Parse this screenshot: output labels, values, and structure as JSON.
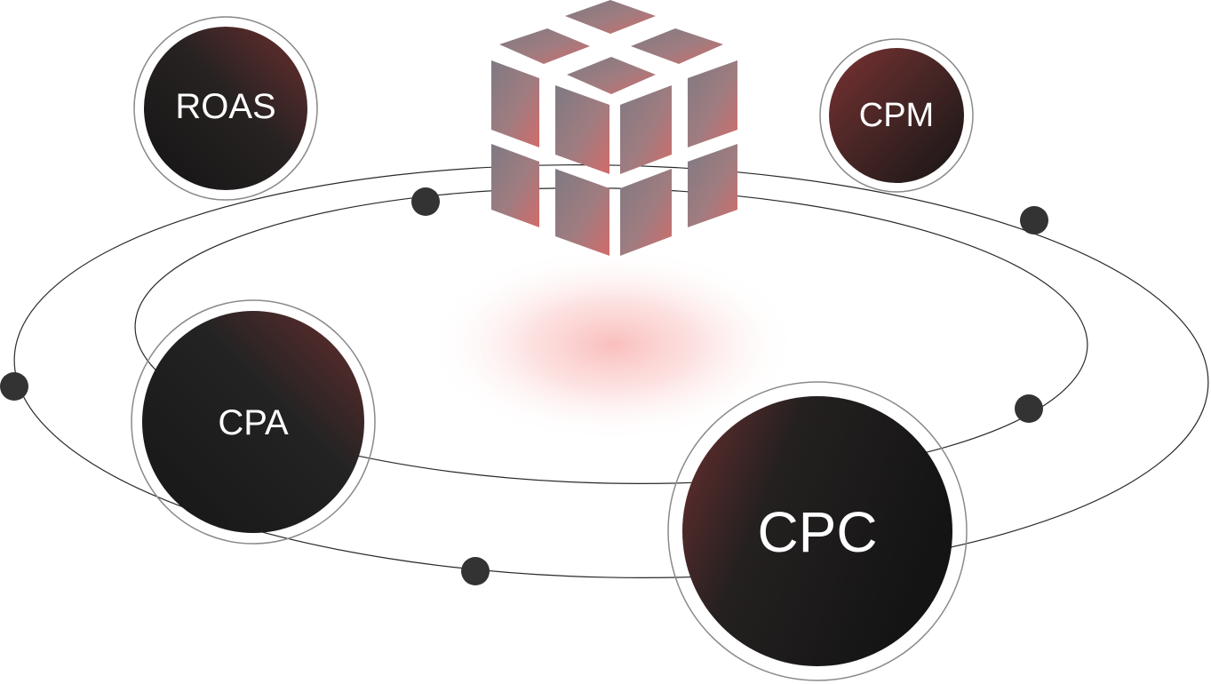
{
  "metrics": {
    "roas": "ROAS",
    "cpm": "CPM",
    "cpa": "CPA",
    "cpc": "CPC"
  },
  "colors": {
    "node_dark": "#161616",
    "node_accent": "#6b2e2e",
    "orbit_line": "#2a2a2a",
    "dot": "#333333",
    "ring": "#8a8a8a",
    "cube_top": "#8a7f85",
    "cube_bottom": "#d06a68",
    "glow": "#f7a9a7"
  },
  "icons": {
    "center": "cube-icon"
  }
}
